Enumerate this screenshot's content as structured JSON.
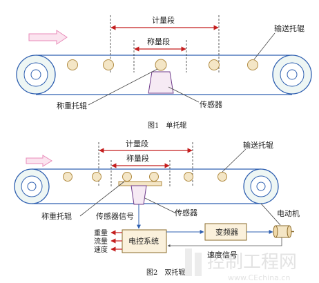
{
  "figure1": {
    "label_measure_section": "计量段",
    "label_weigh_section": "称量段",
    "label_conveyor_idler": "输送托辊",
    "label_weigh_idler": "称重托辊",
    "label_sensor": "传感器",
    "caption": "图1　单托辊"
  },
  "figure2": {
    "label_measure_section": "计量段",
    "label_weigh_section": "称量段",
    "label_conveyor_idler": "输送托辊",
    "label_weigh_idler": "称重托辊",
    "label_sensor": "传感器",
    "label_sensor_signal": "传感器信号",
    "label_motor": "电动机",
    "label_controller": "电控系统",
    "label_inverter": "变频器",
    "label_speed_signal": "速度信号",
    "outputs": [
      "重量",
      "流量",
      "速度"
    ],
    "caption": "图2　双托辊"
  },
  "watermark": {
    "text": "控制工程网",
    "url": "www.CEchina.cn"
  },
  "colors": {
    "belt": "#2e5fb0",
    "idler_fill": "#f4e6c6",
    "idler_stroke": "#b08a40",
    "dimension": "#c41e1e",
    "arrow_pink": "#e88ab8",
    "sensor_fill": "#f6eaf4",
    "sensor_stroke": "#6e3a8a",
    "box_fill": "#fbf1dc"
  }
}
